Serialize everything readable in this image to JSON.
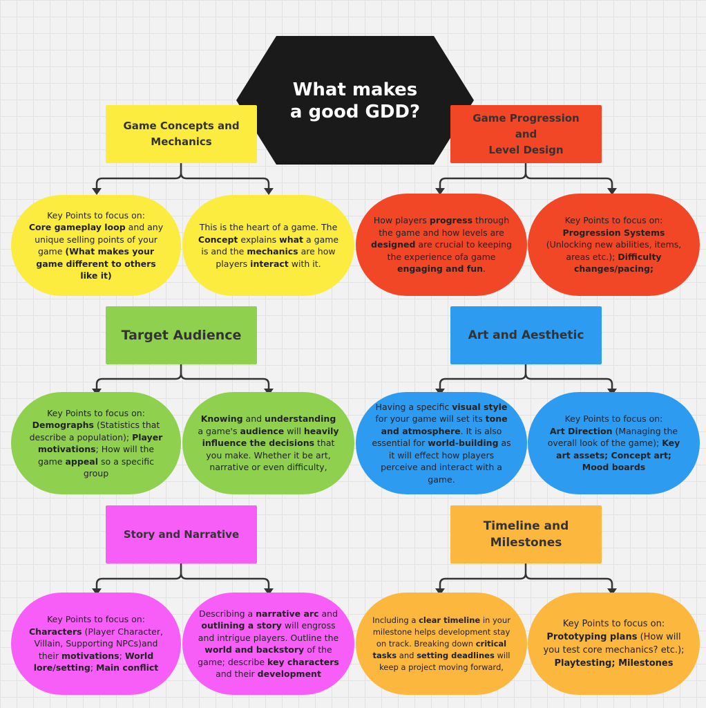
{
  "title": "What makes\na good GDD?",
  "colors": {
    "yellow": "#fbec3f",
    "orange_red": "#f14726",
    "green": "#8fd14f",
    "blue": "#2d9bf0",
    "magenta": "#f75ef7",
    "amber": "#fcb73f",
    "title_bg": "#1a1a1a",
    "connector": "#333333"
  },
  "sections": [
    {
      "header": "Game Concepts and\nMechanics",
      "left": [
        {
          "t": "Key Points to focus on:",
          "b": false
        },
        {
          "t": " ",
          "b": false
        },
        {
          "t": "Core gameplay loop",
          "b": true
        },
        {
          "t": " and any unique selling points of your game ",
          "b": false
        },
        {
          "t": "(What makes your game different to others like it)",
          "b": true
        }
      ],
      "right": [
        {
          "t": "This is the heart of a game. The ",
          "b": false
        },
        {
          "t": "Concept",
          "b": true
        },
        {
          "t": " explains ",
          "b": false
        },
        {
          "t": "what",
          "b": true
        },
        {
          "t": " a game is and the ",
          "b": false
        },
        {
          "t": "mechanics",
          "b": true
        },
        {
          "t": " are how players ",
          "b": false
        },
        {
          "t": "interact",
          "b": true
        },
        {
          "t": " with it.",
          "b": false
        }
      ]
    },
    {
      "header": "Game Progression and\nLevel Design",
      "left": [
        {
          "t": "How players ",
          "b": false
        },
        {
          "t": "progress",
          "b": true
        },
        {
          "t": " through the game and how levels are ",
          "b": false
        },
        {
          "t": "designed",
          "b": true
        },
        {
          "t": " are crucial to keeping the experience ofa game ",
          "b": false
        },
        {
          "t": "engaging and fun",
          "b": true
        },
        {
          "t": ".",
          "b": false
        }
      ],
      "right": [
        {
          "t": "Key Points to focus on:",
          "b": false
        },
        {
          "t": " ",
          "b": false
        },
        {
          "t": "Progression Systems",
          "b": true
        },
        {
          "t": " (Unlocking new abilities, items, areas etc.); ",
          "b": false
        },
        {
          "t": "Difficulty changes/pacing;",
          "b": true
        }
      ]
    },
    {
      "header": "Target Audience",
      "left": [
        {
          "t": "Key Points to focus on:",
          "b": false
        },
        {
          "t": " ",
          "b": false
        },
        {
          "t": "Demographs",
          "b": true
        },
        {
          "t": " (Statistics that describe a population); ",
          "b": false
        },
        {
          "t": "Player motivations",
          "b": true
        },
        {
          "t": "; How will the game ",
          "b": false
        },
        {
          "t": "appeal",
          "b": true
        },
        {
          "t": " so a specific group",
          "b": false
        }
      ],
      "right": [
        {
          "t": "Knowing",
          "b": true
        },
        {
          "t": " and ",
          "b": false
        },
        {
          "t": "understanding",
          "b": true
        },
        {
          "t": " a game's ",
          "b": false
        },
        {
          "t": "audience",
          "b": true
        },
        {
          "t": " will ",
          "b": false
        },
        {
          "t": "heavily influence the decisions",
          "b": true
        },
        {
          "t": " that you make. Whether it be art, narrative or even difficulty,",
          "b": false
        }
      ]
    },
    {
      "header": "Art and Aesthetic",
      "left": [
        {
          "t": "Having a specific ",
          "b": false
        },
        {
          "t": "visual style",
          "b": true
        },
        {
          "t": " for your game will set its ",
          "b": false
        },
        {
          "t": "tone and atmosphere",
          "b": true
        },
        {
          "t": ". It is also essential for ",
          "b": false
        },
        {
          "t": "world-building",
          "b": true
        },
        {
          "t": " as it will effect how players perceive and interact with a game.",
          "b": false
        }
      ],
      "right": [
        {
          "t": "Key Points to focus on:",
          "b": false
        },
        {
          "t": " ",
          "b": false
        },
        {
          "t": "Art Direction",
          "b": true
        },
        {
          "t": " (Managing the overall look of the game); ",
          "b": false
        },
        {
          "t": "Key art assets; Concept art; Mood boards",
          "b": true
        }
      ]
    },
    {
      "header": "Story and Narrative",
      "left": [
        {
          "t": "Key Points to focus on:",
          "b": false
        },
        {
          "t": " ",
          "b": false
        },
        {
          "t": "Characters",
          "b": true
        },
        {
          "t": " (Player Character, Villain, Supporting NPCs)and their ",
          "b": false
        },
        {
          "t": "motivations",
          "b": true
        },
        {
          "t": "; ",
          "b": false
        },
        {
          "t": "World lore/setting",
          "b": true
        },
        {
          "t": "; ",
          "b": false
        },
        {
          "t": "Main conflict",
          "b": true
        }
      ],
      "right": [
        {
          "t": "Describing a ",
          "b": false
        },
        {
          "t": "narrative arc",
          "b": true
        },
        {
          "t": " and ",
          "b": false
        },
        {
          "t": "outlining a story",
          "b": true
        },
        {
          "t": " will engross and intrigue players. Outline the ",
          "b": false
        },
        {
          "t": "world and backstory",
          "b": true
        },
        {
          "t": " of the game; describe ",
          "b": false
        },
        {
          "t": "key characters",
          "b": true
        },
        {
          "t": " and their ",
          "b": false
        },
        {
          "t": "development",
          "b": true
        }
      ]
    },
    {
      "header": "Timeline and\nMilestones",
      "left": [
        {
          "t": "Including a ",
          "b": false
        },
        {
          "t": "clear timeline",
          "b": true
        },
        {
          "t": " in your milestone helps development stay on track. Breaking down ",
          "b": false
        },
        {
          "t": "critical tasks",
          "b": true
        },
        {
          "t": " and ",
          "b": false
        },
        {
          "t": "setting deadlines",
          "b": true
        },
        {
          "t": " will keep a project moving forward,",
          "b": false
        }
      ],
      "right": [
        {
          "t": "Key Points to focus on:",
          "b": false
        },
        {
          "t": " ",
          "b": false
        },
        {
          "t": "Prototyping plans",
          "b": true
        },
        {
          "t": " (How will you test core mechanics? etc.); ",
          "b": false
        },
        {
          "t": "Playtesting; Milestones",
          "b": true
        }
      ]
    }
  ]
}
